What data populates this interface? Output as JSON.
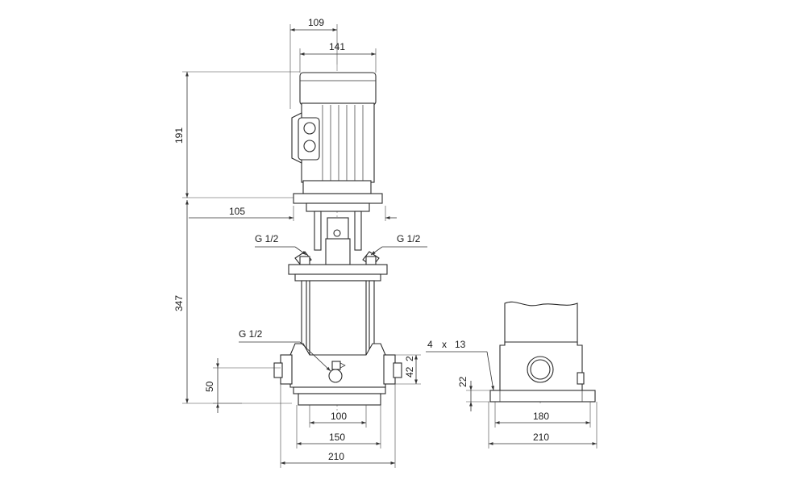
{
  "dimensions": {
    "motor_width_109": "109",
    "motor_width_141": "141",
    "motor_height_191": "191",
    "shaft_offset_105": "105",
    "pump_height_347": "347",
    "inlet_height_50": "50",
    "port_offset_42": "42",
    "port_offset_2": "2",
    "base_100": "100",
    "base_150": "150",
    "base_210_front": "210",
    "side_base_180": "180",
    "side_base_210": "210",
    "base_thickness_22": "22"
  },
  "labels": {
    "vent_left": "G 1/2",
    "vent_right": "G 1/2",
    "drain": "G 1/2",
    "holes_count": "4",
    "holes_times": "x",
    "holes_dia": "13"
  },
  "colors": {
    "line": "#2a2a2a",
    "background": "#ffffff"
  }
}
